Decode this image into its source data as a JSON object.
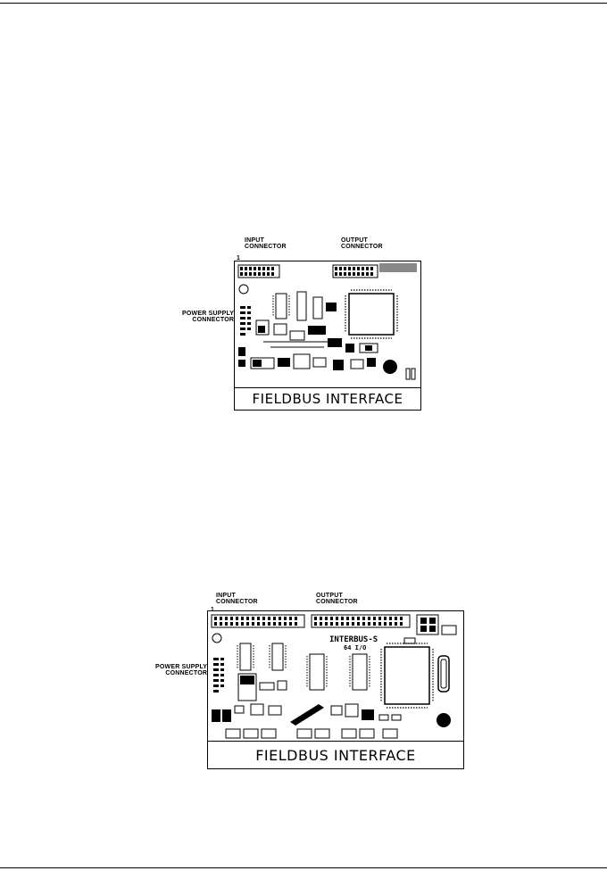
{
  "figure_1": {
    "labels": {
      "input": "INPUT\nCONNECTOR",
      "output": "OUTPUT\nCONNECTOR",
      "power": "POWER SUPPLY\nCONNECTOR",
      "pin_one": "1"
    },
    "board_title": "FIELDBUS INTERFACE"
  },
  "figure_2": {
    "labels": {
      "input": "INPUT\nCONNECTOR",
      "output": "OUTPUT\nCONNECTOR",
      "power": "POWER SUPPLY\nCONNECTOR",
      "pin_one": "1"
    },
    "chip_label": "INTERBUS-S",
    "chip_sub": "64 I/O",
    "board_title": "FIELDBUS INTERFACE"
  }
}
